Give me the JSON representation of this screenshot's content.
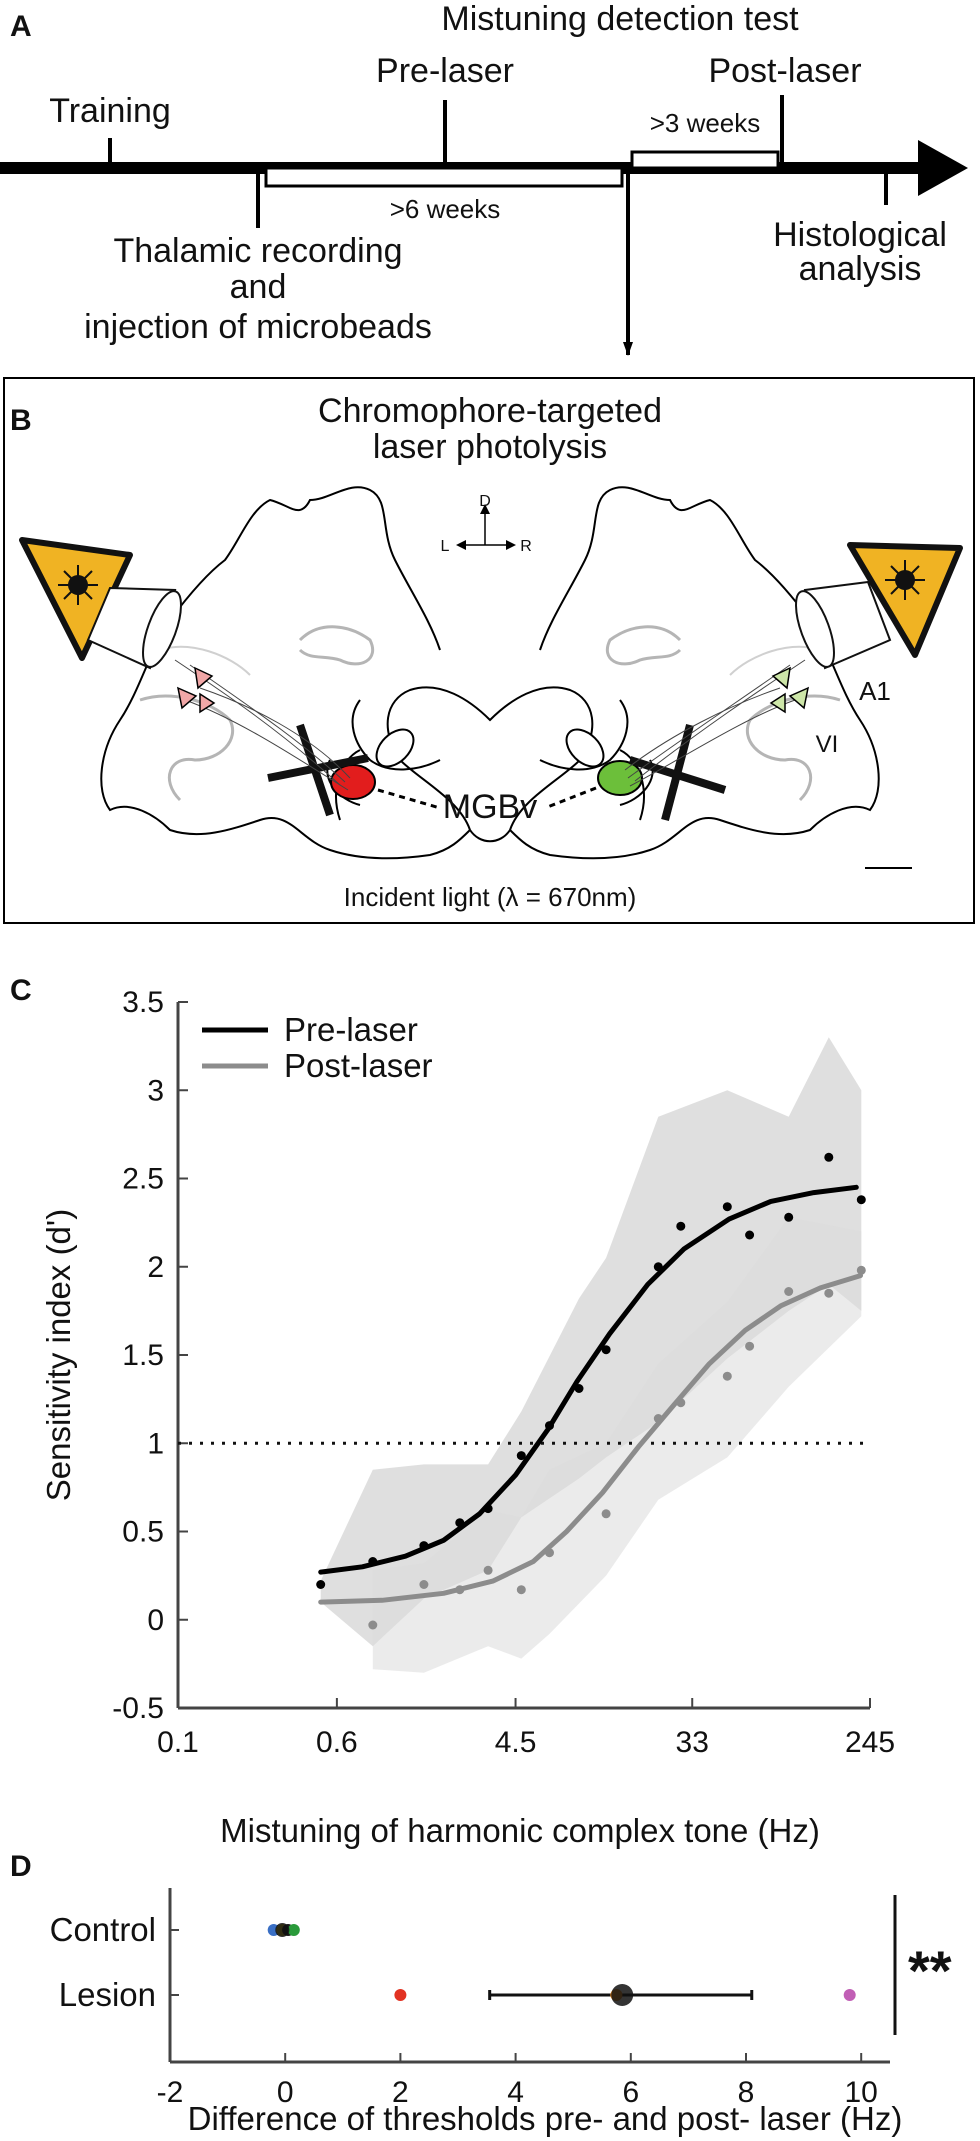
{
  "panels": {
    "A": "A",
    "B": "B",
    "C": "C",
    "D": "D"
  },
  "timeline": {
    "test_title": "Mistuning detection test",
    "pre_laser": "Pre-laser",
    "post_laser": "Post-laser",
    "training": "Training",
    "gap_six_weeks": ">6 weeks",
    "gap_three_weeks": ">3 weeks",
    "thalamic_line1": "Thalamic recording",
    "thalamic_line2": "and",
    "thalamic_line3": "injection of microbeads",
    "histo_line1": "Histological",
    "histo_line2": "analysis"
  },
  "schematic": {
    "title_line1": "Chromophore-targeted",
    "title_line2": "laser photolysis",
    "compass_d": "D",
    "compass_l": "L",
    "compass_r": "R",
    "label_a1": "A1",
    "label_vi": "VI",
    "label_mgbv": "MGBv",
    "incident_light": "Incident light (λ = 670nm)",
    "colors": {
      "laser_warning": "#f0b323",
      "left_bead": "#e21d1d",
      "right_bead": "#6cbf3a",
      "left_neuron": "#f1a7a7",
      "right_neuron": "#cde6a8"
    }
  },
  "chart_data": [
    {
      "type": "line",
      "title": "",
      "xlabel": "Mistuning of harmonic complex tone (Hz)",
      "ylabel": "Sensitivity index (d')",
      "x_scale": "log",
      "x_tick_labels": [
        "0.1",
        "0.6",
        "4.5",
        "33",
        "245"
      ],
      "x_tick_values": [
        0.1,
        0.6,
        4.5,
        33,
        245
      ],
      "y_ticks": [
        "-0.5",
        "0",
        "0.5",
        "1",
        "1.5",
        "2",
        "2.5",
        "3",
        "3.5"
      ],
      "ylim": [
        -0.5,
        3.5
      ],
      "xlim": [
        0.1,
        245
      ],
      "threshold_line": 1,
      "legend": {
        "position": "top-left",
        "entries": [
          "Pre-laser",
          "Post-laser"
        ]
      },
      "grid": false,
      "series": [
        {
          "name": "Pre-laser",
          "color": "#000000",
          "points": [
            [
              0.5,
              0.2
            ],
            [
              0.9,
              0.33
            ],
            [
              1.6,
              0.42
            ],
            [
              2.4,
              0.55
            ],
            [
              3.3,
              0.63
            ],
            [
              4.8,
              0.93
            ],
            [
              6.6,
              1.1
            ],
            [
              9.2,
              1.31
            ],
            [
              12.5,
              1.53
            ],
            [
              22.5,
              2.0
            ],
            [
              29.0,
              2.23
            ],
            [
              49.0,
              2.34
            ],
            [
              63.0,
              2.18
            ],
            [
              98.0,
              2.28
            ],
            [
              154.0,
              2.62
            ],
            [
              222.0,
              2.38
            ]
          ],
          "fit": [
            [
              0.5,
              0.27
            ],
            [
              0.8,
              0.3
            ],
            [
              1.3,
              0.36
            ],
            [
              2.0,
              0.45
            ],
            [
              3.0,
              0.6
            ],
            [
              4.5,
              0.82
            ],
            [
              6.5,
              1.08
            ],
            [
              9.0,
              1.35
            ],
            [
              13.0,
              1.62
            ],
            [
              20.0,
              1.9
            ],
            [
              30.0,
              2.1
            ],
            [
              50.0,
              2.27
            ],
            [
              80.0,
              2.37
            ],
            [
              130.0,
              2.42
            ],
            [
              210.0,
              2.45
            ]
          ],
          "band_upper": [
            [
              0.5,
              0.22
            ],
            [
              0.9,
              0.85
            ],
            [
              1.6,
              0.88
            ],
            [
              3.3,
              0.88
            ],
            [
              4.8,
              1.18
            ],
            [
              9.2,
              1.82
            ],
            [
              12.5,
              2.05
            ],
            [
              22.5,
              2.85
            ],
            [
              49.0,
              3.0
            ],
            [
              98.0,
              2.85
            ],
            [
              154.0,
              3.3
            ],
            [
              222.0,
              3.0
            ]
          ],
          "band_lower": [
            [
              222.0,
              1.75
            ],
            [
              154.0,
              1.9
            ],
            [
              98.0,
              1.75
            ],
            [
              49.0,
              1.48
            ],
            [
              22.5,
              1.12
            ],
            [
              12.5,
              0.92
            ],
            [
              9.2,
              0.8
            ],
            [
              4.8,
              0.58
            ],
            [
              3.3,
              0.28
            ],
            [
              1.6,
              0.12
            ],
            [
              0.9,
              -0.15
            ],
            [
              0.5,
              0.1
            ]
          ]
        },
        {
          "name": "Post-laser",
          "color": "#8c8c8c",
          "points": [
            [
              0.9,
              -0.03
            ],
            [
              1.6,
              0.2
            ],
            [
              2.4,
              0.17
            ],
            [
              3.3,
              0.28
            ],
            [
              4.8,
              0.17
            ],
            [
              6.6,
              0.38
            ],
            [
              12.5,
              0.6
            ],
            [
              22.5,
              1.14
            ],
            [
              29.0,
              1.23
            ],
            [
              49.0,
              1.38
            ],
            [
              63.0,
              1.55
            ],
            [
              98.0,
              1.86
            ],
            [
              154.0,
              1.85
            ],
            [
              222.0,
              1.98
            ]
          ],
          "fit": [
            [
              0.5,
              0.1
            ],
            [
              1.0,
              0.11
            ],
            [
              2.0,
              0.15
            ],
            [
              3.5,
              0.22
            ],
            [
              5.5,
              0.33
            ],
            [
              8.0,
              0.5
            ],
            [
              12.0,
              0.72
            ],
            [
              18.0,
              0.98
            ],
            [
              27.0,
              1.22
            ],
            [
              40.0,
              1.45
            ],
            [
              60.0,
              1.64
            ],
            [
              90.0,
              1.78
            ],
            [
              140.0,
              1.88
            ],
            [
              220.0,
              1.95
            ]
          ],
          "band_upper": [
            [
              0.9,
              0.28
            ],
            [
              1.6,
              0.32
            ],
            [
              3.3,
              0.62
            ],
            [
              4.8,
              0.58
            ],
            [
              6.6,
              0.85
            ],
            [
              12.5,
              1.0
            ],
            [
              22.5,
              1.45
            ],
            [
              49.0,
              1.8
            ],
            [
              98.0,
              2.28
            ],
            [
              222.0,
              2.2
            ]
          ],
          "band_lower": [
            [
              222.0,
              1.72
            ],
            [
              98.0,
              1.32
            ],
            [
              49.0,
              0.92
            ],
            [
              22.5,
              0.68
            ],
            [
              12.5,
              0.25
            ],
            [
              6.6,
              -0.08
            ],
            [
              4.8,
              -0.22
            ],
            [
              3.3,
              -0.15
            ],
            [
              1.6,
              -0.3
            ],
            [
              0.9,
              -0.28
            ]
          ]
        }
      ]
    },
    {
      "type": "scatter",
      "title": "",
      "xlabel": "Difference of thresholds pre- and post- laser (Hz)",
      "ylabel": "",
      "categories": [
        "Control",
        "Lesion"
      ],
      "x_ticks": [
        "-2",
        "0",
        "2",
        "4",
        "6",
        "8",
        "10"
      ],
      "xlim": [
        -2,
        10.5
      ],
      "significance": "**",
      "series": [
        {
          "name": "Control",
          "mean": -0.05,
          "error": [
            -0.15,
            0.05
          ],
          "points": [
            {
              "x": -0.2,
              "color": "#3a6fc4"
            },
            {
              "x": -0.05,
              "color": "#e8d21c"
            },
            {
              "x": 0.05,
              "color": "#1a1a1a"
            },
            {
              "x": 0.15,
              "color": "#2a9a3a"
            }
          ]
        },
        {
          "name": "Lesion",
          "mean": 5.85,
          "error": [
            3.55,
            8.1
          ],
          "points": [
            {
              "x": 2.0,
              "color": "#e23222"
            },
            {
              "x": 5.75,
              "color": "#f08a1c"
            },
            {
              "x": 9.8,
              "color": "#c15fb5"
            }
          ]
        }
      ]
    }
  ]
}
